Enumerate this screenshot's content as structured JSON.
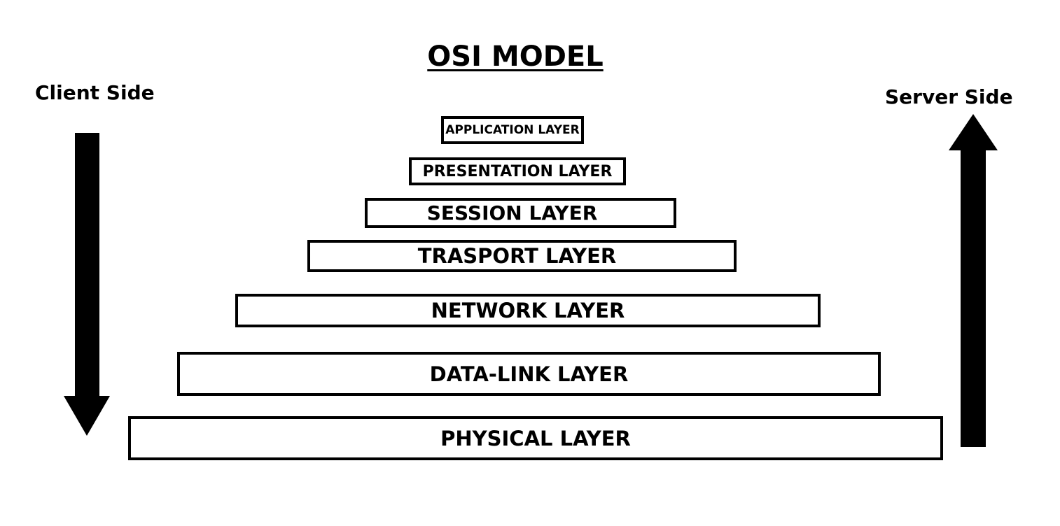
{
  "diagram": {
    "title": "OSI MODEL",
    "client_label": "Client Side",
    "server_label": "Server Side",
    "layers": [
      {
        "label": "APPLICATION LAYER"
      },
      {
        "label": "PRESENTATION LAYER"
      },
      {
        "label": "SESSION LAYER"
      },
      {
        "label": "TRASPORT LAYER"
      },
      {
        "label": "NETWORK LAYER"
      },
      {
        "label": "DATA-LINK LAYER"
      },
      {
        "label": "PHYSICAL LAYER"
      }
    ],
    "colors": {
      "stroke": "#000000",
      "background": "#ffffff"
    },
    "icons": {
      "client_arrow": "arrow-down-icon",
      "server_arrow": "arrow-up-icon"
    }
  }
}
